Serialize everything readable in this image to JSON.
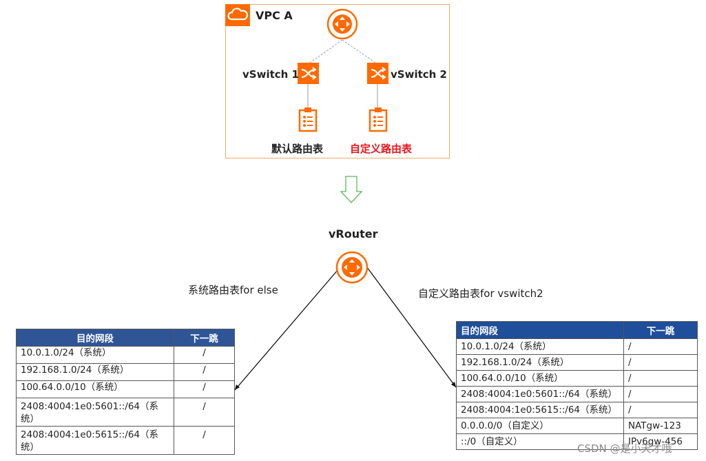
{
  "vpc": {
    "title": "VPC A",
    "vswitch1": "vSwitch 1",
    "vswitch2": "vSwitch 2",
    "default_rt": "默认路由表",
    "custom_rt": "自定义路由表"
  },
  "router": {
    "label": "vRouter"
  },
  "left_table": {
    "label": "系统路由表for else",
    "headers": [
      "目的网段",
      "下一跳"
    ],
    "rows": [
      [
        "10.0.1.0/24（系统）",
        "/"
      ],
      [
        "192.168.1.0/24（系统）",
        "/"
      ],
      [
        "100.64.0.0/10（系统）",
        "/"
      ],
      [
        "2408:4004:1e0:5601::/64（系统）",
        "/"
      ],
      [
        "2408:4004:1e0:5615::/64（系统）",
        "/"
      ]
    ]
  },
  "right_table": {
    "label": "自定义路由表for vswitch2",
    "headers": [
      "目的网段",
      "下一跳"
    ],
    "rows": [
      [
        "10.0.1.0/24（系统）",
        "/"
      ],
      [
        "192.168.1.0/24（系统）",
        "/"
      ],
      [
        "100.64.0.0/10（系统）",
        "/"
      ],
      [
        "2408:4004:1e0:5601::/64（系统）",
        "/"
      ],
      [
        "2408:4004:1e0:5615::/64（系统）",
        "/"
      ],
      [
        "0.0.0.0/0（自定义）",
        "NATgw-123"
      ],
      [
        "::/0（自定义）",
        "IPv6gw-456"
      ]
    ]
  },
  "watermark": "CSDN @是小天才哦",
  "colors": {
    "orange": "#ff6a00",
    "header_blue": "#2f5597",
    "red": "#e8151b",
    "arrow_green": "#5cb85c"
  }
}
